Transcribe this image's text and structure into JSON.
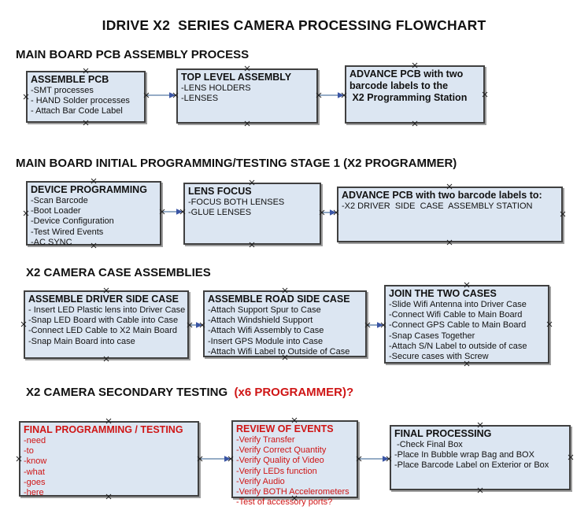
{
  "title": "IDRIVE X2  SERIES CAMERA PROCESSING FLOWCHART",
  "colors": {
    "box_fill": "#dce6f2",
    "box_border": "#404040",
    "red_text": "#cf1515",
    "connector_line": "#7290b4",
    "connector_arrowhead": "#3a55a4"
  },
  "sections": [
    {
      "heading": "MAIN BOARD PCB ASSEMBLY PROCESS",
      "boxes": [
        {
          "title": "ASSEMBLE PCB",
          "lines": [
            "-SMT processes",
            "- HAND Solder processes",
            "- Attach Bar Code Label"
          ]
        },
        {
          "title": "TOP LEVEL ASSEMBLY",
          "lines": [
            "-LENS HOLDERS",
            "-LENSES"
          ]
        },
        {
          "title": "ADVANCE PCB with two",
          "lines": [
            "barcode labels to the",
            " X2 Programming Station"
          ]
        }
      ]
    },
    {
      "heading": "MAIN BOARD INITIAL PROGRAMMING/TESTING STAGE 1 (X2 PROGRAMMER)",
      "boxes": [
        {
          "title": "DEVICE PROGRAMMING",
          "lines": [
            "-Scan Barcode",
            "-Boot Loader",
            "-Device Configuration",
            "-Test Wired Events",
            "-AC SYNC"
          ]
        },
        {
          "title": "LENS FOCUS",
          "lines": [
            "-FOCUS BOTH LENSES",
            "-GLUE LENSES"
          ]
        },
        {
          "title": "ADVANCE PCB with two barcode labels to:",
          "lines": [
            "-X2 DRIVER  SIDE  CASE  ASSEMBLY STATION"
          ]
        }
      ]
    },
    {
      "heading": "X2 CAMERA CASE ASSEMBLIES",
      "boxes": [
        {
          "title": "ASSEMBLE DRIVER SIDE CASE",
          "lines": [
            "- Insert LED Plastic lens into Driver Case",
            "-Snap LED Board with Cable into Case",
            "-Connect LED Cable to X2 Main Board",
            "-Snap Main Board into case"
          ]
        },
        {
          "title": "ASSEMBLE ROAD SIDE CASE",
          "lines": [
            "-Attach Support Spur to Case",
            "-Attach Windshield Support",
            "-Attach Wifi Assembly to Case",
            "-Insert GPS Module into Case",
            "-Attach Wifi Label to Outside of Case"
          ]
        },
        {
          "title": "JOIN THE TWO CASES",
          "lines": [
            "-Slide Wifi Antenna into Driver Case",
            "-Connect Wifi Cable to Main Board",
            "-Connect GPS Cable to Main Board",
            "-Snap Cases Together",
            "-Attach S/N Label to outside of case",
            "-Secure cases with Screw"
          ]
        }
      ]
    },
    {
      "heading_black": "X2 CAMERA SECONDARY TESTING  ",
      "heading_red": "(x6 PROGRAMMER)?",
      "boxes": [
        {
          "title": "FINAL PROGRAMMING / TESTING",
          "lines": [
            "-need",
            "-to",
            "-know",
            "-what",
            "-goes",
            "-here"
          ]
        },
        {
          "title": "REVIEW OF EVENTS",
          "lines": [
            "-Verify Transfer",
            "-Verify Correct Quantity",
            "-Verify Quality of Video",
            "-Verify LEDs function",
            "-Verify Audio",
            "-Verify BOTH Accelerometers",
            "-Test of accessory ports?"
          ]
        },
        {
          "title": "FINAL PROCESSING",
          "lines": [
            " -Check Final Box",
            "-Place In Bubble wrap Bag and BOX",
            "-Place Barcode Label on Exterior or Box"
          ]
        }
      ]
    }
  ]
}
